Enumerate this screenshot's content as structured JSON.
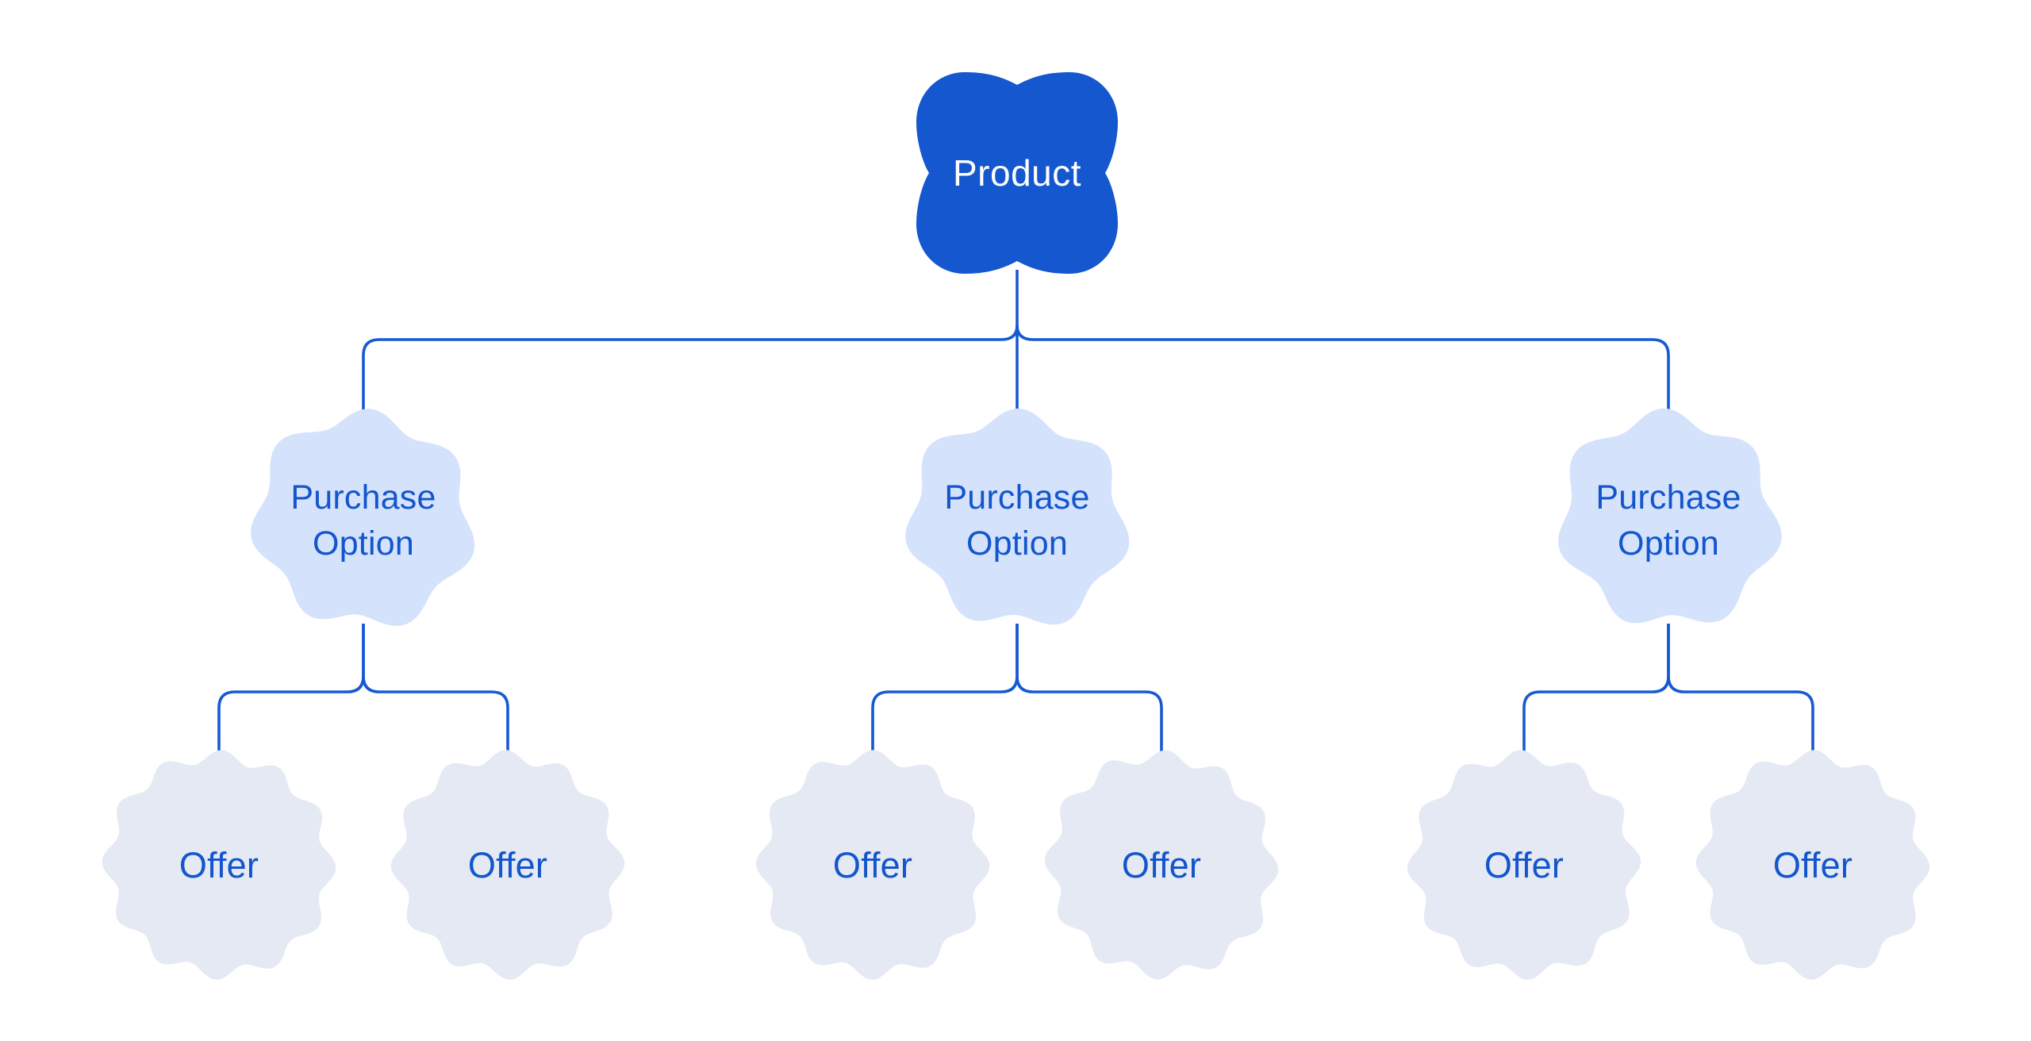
{
  "diagram": {
    "description": "Product purchase hierarchy tree",
    "nodes": {
      "root": {
        "label": "Product"
      },
      "purchase_options": [
        {
          "label": "Purchase Option",
          "lines": [
            "Purchase",
            "Option"
          ],
          "offers": [
            {
              "label": "Offer"
            },
            {
              "label": "Offer"
            }
          ]
        },
        {
          "label": "Purchase Option",
          "lines": [
            "Purchase",
            "Option"
          ],
          "offers": [
            {
              "label": "Offer"
            },
            {
              "label": "Offer"
            }
          ]
        },
        {
          "label": "Purchase Option",
          "lines": [
            "Purchase",
            "Option"
          ],
          "offers": [
            {
              "label": "Offer"
            },
            {
              "label": "Offer"
            }
          ]
        }
      ]
    },
    "colors": {
      "background": "#FFFFFF",
      "product_fill": "#1457CE",
      "product_text": "#FFFFFF",
      "purchase_option_fill": "#D4E2FC",
      "offer_fill": "#E4E9F4",
      "label_text": "#1355CD",
      "connector": "#1659D4"
    }
  }
}
